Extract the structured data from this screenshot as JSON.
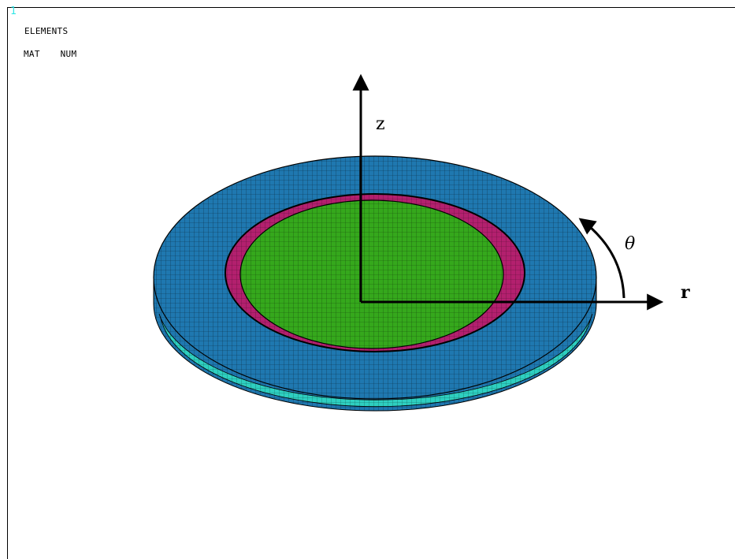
{
  "viewer": {
    "window_number": "1",
    "plot_type": "ELEMENTS",
    "plot_option": "MAT  NUM"
  },
  "axes": {
    "z_label": "z",
    "r_label": "r",
    "theta_label": "θ"
  },
  "colors": {
    "window_number": "#32e6e6",
    "outer_ring": "#1f78b0",
    "middle_ring": "#b3206e",
    "inner_disk": "#35a81c",
    "bottom_layer": "#2ecfc0",
    "mesh_lines": "#000000",
    "axes": "#000000"
  }
}
